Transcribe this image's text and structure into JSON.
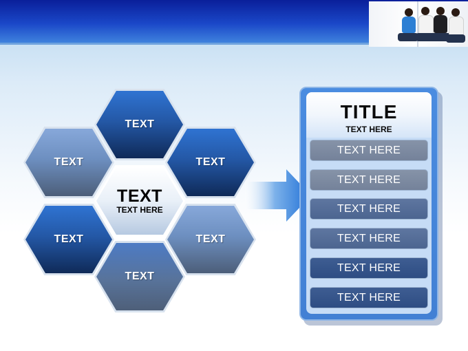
{
  "hexagons": {
    "top": "TEXT",
    "upper_left": "TEXT",
    "upper_right": "TEXT",
    "lower_left": "TEXT",
    "lower_right": "TEXT",
    "bottom": "TEXT",
    "center_title": "TEXT",
    "center_subtitle": "TEXT HERE"
  },
  "panel": {
    "title": "TITLE",
    "subtitle": "TEXT HERE",
    "items": [
      "TEXT HERE",
      "TEXT HERE",
      "TEXT HERE",
      "TEXT HERE",
      "TEXT HERE",
      "TEXT HERE"
    ]
  },
  "colors": {
    "header_blue": "#1a47c8",
    "panel_blue": "#4280d4",
    "hex_dark_blue": "#2458a6",
    "hex_steel": "#58739a",
    "arrow_blue": "#2b79d8"
  },
  "icons": {
    "arrow": "right-arrow",
    "photo": "students-photo"
  }
}
